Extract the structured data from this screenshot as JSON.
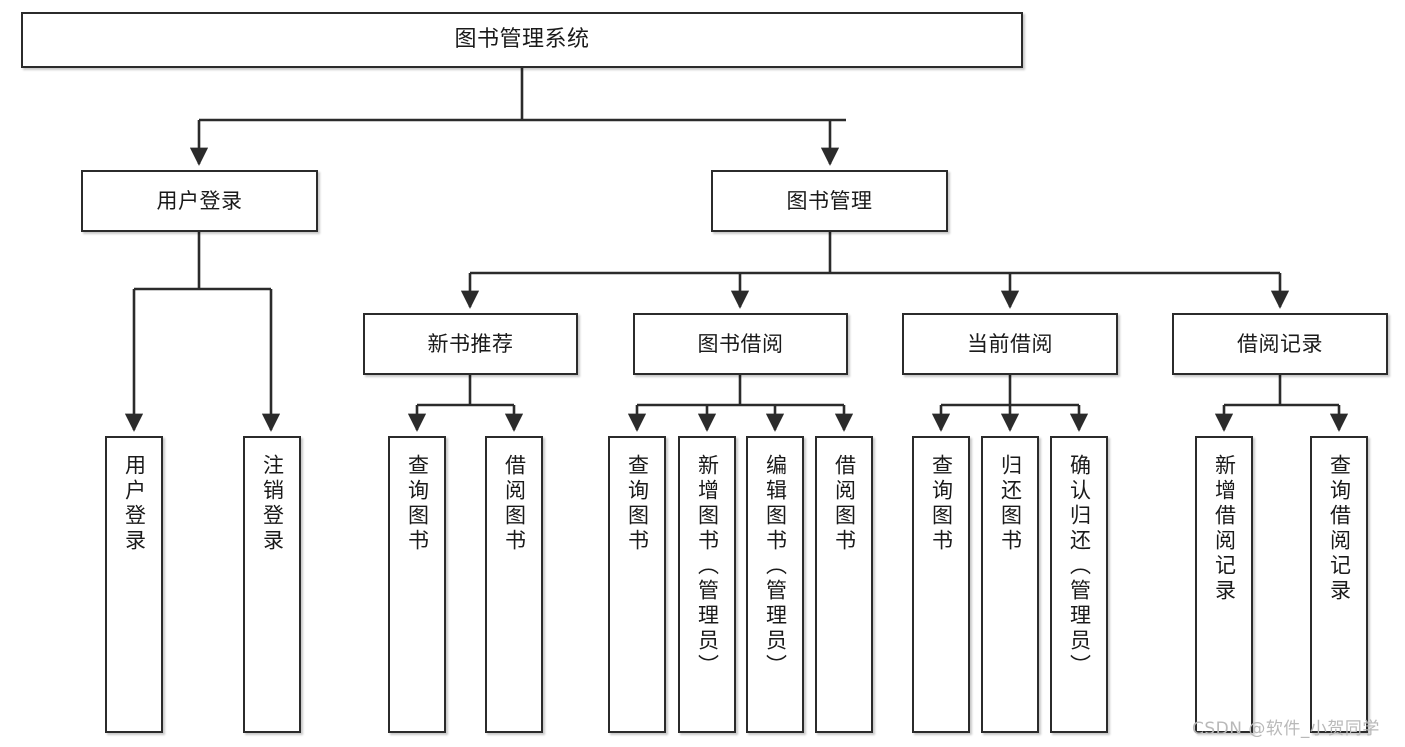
{
  "diagram": {
    "title": "图书管理系统",
    "type": "tree-hierarchy-chart",
    "orientation": "top-down",
    "colors": {
      "node_border": "#2b2b2b",
      "node_fill": "#ffffff",
      "edge": "#2b2b2b",
      "text": "#1a1a1a",
      "watermark": "#b9b9b9",
      "background": "#ffffff"
    }
  },
  "root": {
    "label": "图书管理系统"
  },
  "level2": [
    {
      "label": "用户登录"
    },
    {
      "label": "图书管理"
    }
  ],
  "level3": [
    {
      "label": "新书推荐"
    },
    {
      "label": "图书借阅"
    },
    {
      "label": "当前借阅"
    },
    {
      "label": "借阅记录"
    }
  ],
  "leaves": {
    "user_login": [
      {
        "label": "用户登录"
      },
      {
        "label": "注销登录"
      }
    ],
    "new_book_recommend": [
      {
        "label": "查询图书"
      },
      {
        "label": "借阅图书"
      }
    ],
    "book_borrow": [
      {
        "label": "查询图书"
      },
      {
        "label": "新增图书（管理员）"
      },
      {
        "label": "编辑图书（管理员）"
      },
      {
        "label": "借阅图书"
      }
    ],
    "current_borrow": [
      {
        "label": "查询图书"
      },
      {
        "label": "归还图书"
      },
      {
        "label": "确认归还（管理员）"
      }
    ],
    "borrow_record": [
      {
        "label": "新增借阅记录"
      },
      {
        "label": "查询借阅记录"
      }
    ]
  },
  "watermark": {
    "text": "CSDN @软件_小贺同学"
  }
}
